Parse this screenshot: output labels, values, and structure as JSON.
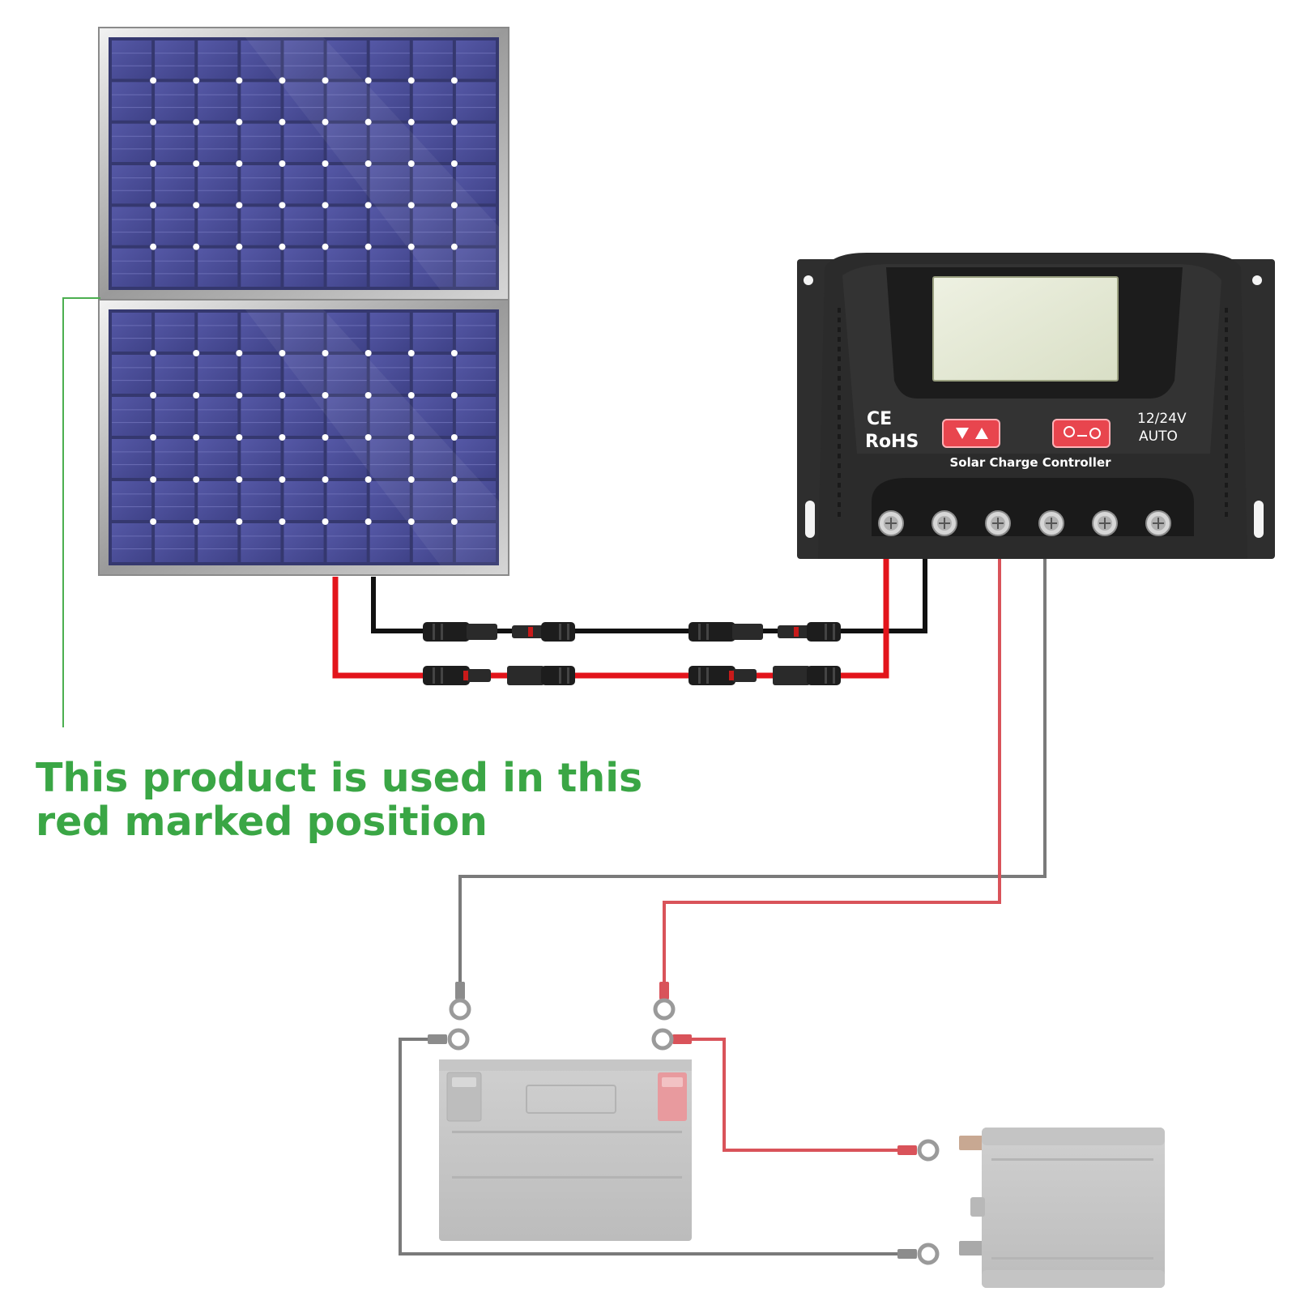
{
  "caption": {
    "line1": "This product is used in this",
    "line2": "red marked position"
  },
  "controller": {
    "ce_mark": "CE",
    "rohs_mark": "RoHS",
    "voltage_line1": "12/24V",
    "voltage_line2": "AUTO",
    "product_label": "Solar Charge Controller",
    "terminal_count": 6
  },
  "colors": {
    "caption_green": "#3aa645",
    "pointer_green": "#4caf50",
    "pv_positive_red": "#e3141b",
    "pv_negative_black": "#111111",
    "battery_wire_red": "#d9535a",
    "battery_wire_gray": "#7a7a7a",
    "controller_body": "#2b2b2b",
    "button_red": "#e8454e",
    "lcd_screen": "#e6ebd6",
    "solar_cell": "#4a4d95"
  },
  "icons": [
    "solar-panel-icon",
    "battery-icon",
    "inverter-icon",
    "mc4-connector-icon",
    "ring-terminal-icon"
  ]
}
